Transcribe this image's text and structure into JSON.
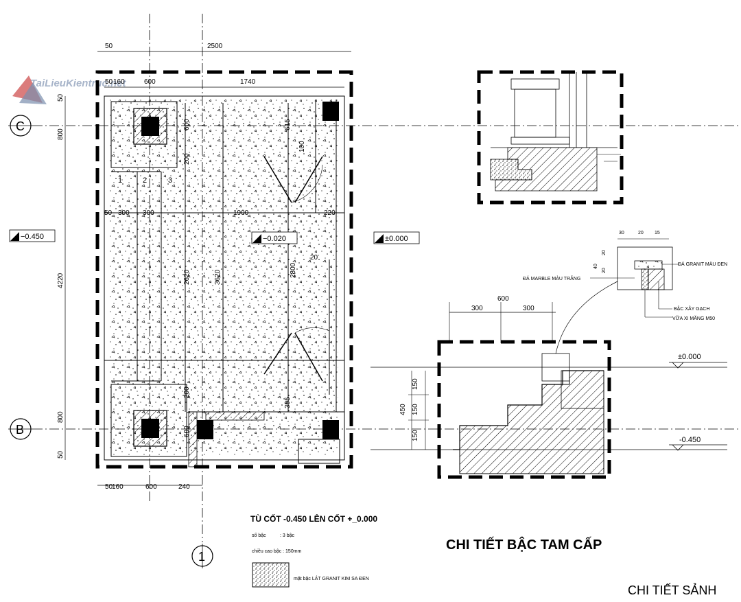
{
  "watermark": "TaiLieuKientruc.net",
  "grid_axes": {
    "c": "C",
    "b": "B",
    "one": "1"
  },
  "levels": {
    "outside": "−0.450",
    "floor": "−0.020",
    "zero": "±0.000",
    "det_zero": "±0.000",
    "det_minus": "-0.450"
  },
  "plan_dims": {
    "top": [
      "50",
      "2500"
    ],
    "inner_top": [
      "50",
      "160",
      "600",
      "1740"
    ],
    "left": [
      "50",
      "800",
      "4220",
      "800",
      "50"
    ],
    "mid_row": [
      "50",
      "300",
      "300",
      "1900",
      "220"
    ],
    "verticals": [
      "600",
      "615",
      "200",
      "100",
      "2620",
      "3620",
      "2800",
      "20",
      "200",
      "395",
      "600"
    ],
    "bottom": [
      "50",
      "160",
      "600",
      "240"
    ],
    "steps": [
      "1",
      "2",
      "3"
    ]
  },
  "section_dims": [
    "600",
    "300",
    "300",
    "150",
    "150",
    "150",
    "450"
  ],
  "detail_dims": [
    "30",
    "20",
    "15",
    "20",
    "40",
    "20"
  ],
  "callouts": {
    "granite": "ĐÁ GRANIT MÀU ĐEN",
    "marble": "ĐÁ MARBLE MÀU TRẮNG",
    "brick": "BẬC XÂY GẠCH",
    "mortar": "VỮA XI MĂNG M50"
  },
  "note": {
    "title": "TÙ CỐT -0.450 LÊN CỐT +_0.000",
    "steps_label": "số bậc",
    "steps_value": ": 3 bậc",
    "height_label": "chiều cao bậc : 150mm",
    "legend": "mặt bậc LÁT GRANIT KIM SA ĐEN"
  },
  "titles": {
    "steps_detail": "CHI TIẾT BẬC TAM CẤP",
    "lobby_detail": "CHI TIẾT SẢNH"
  }
}
